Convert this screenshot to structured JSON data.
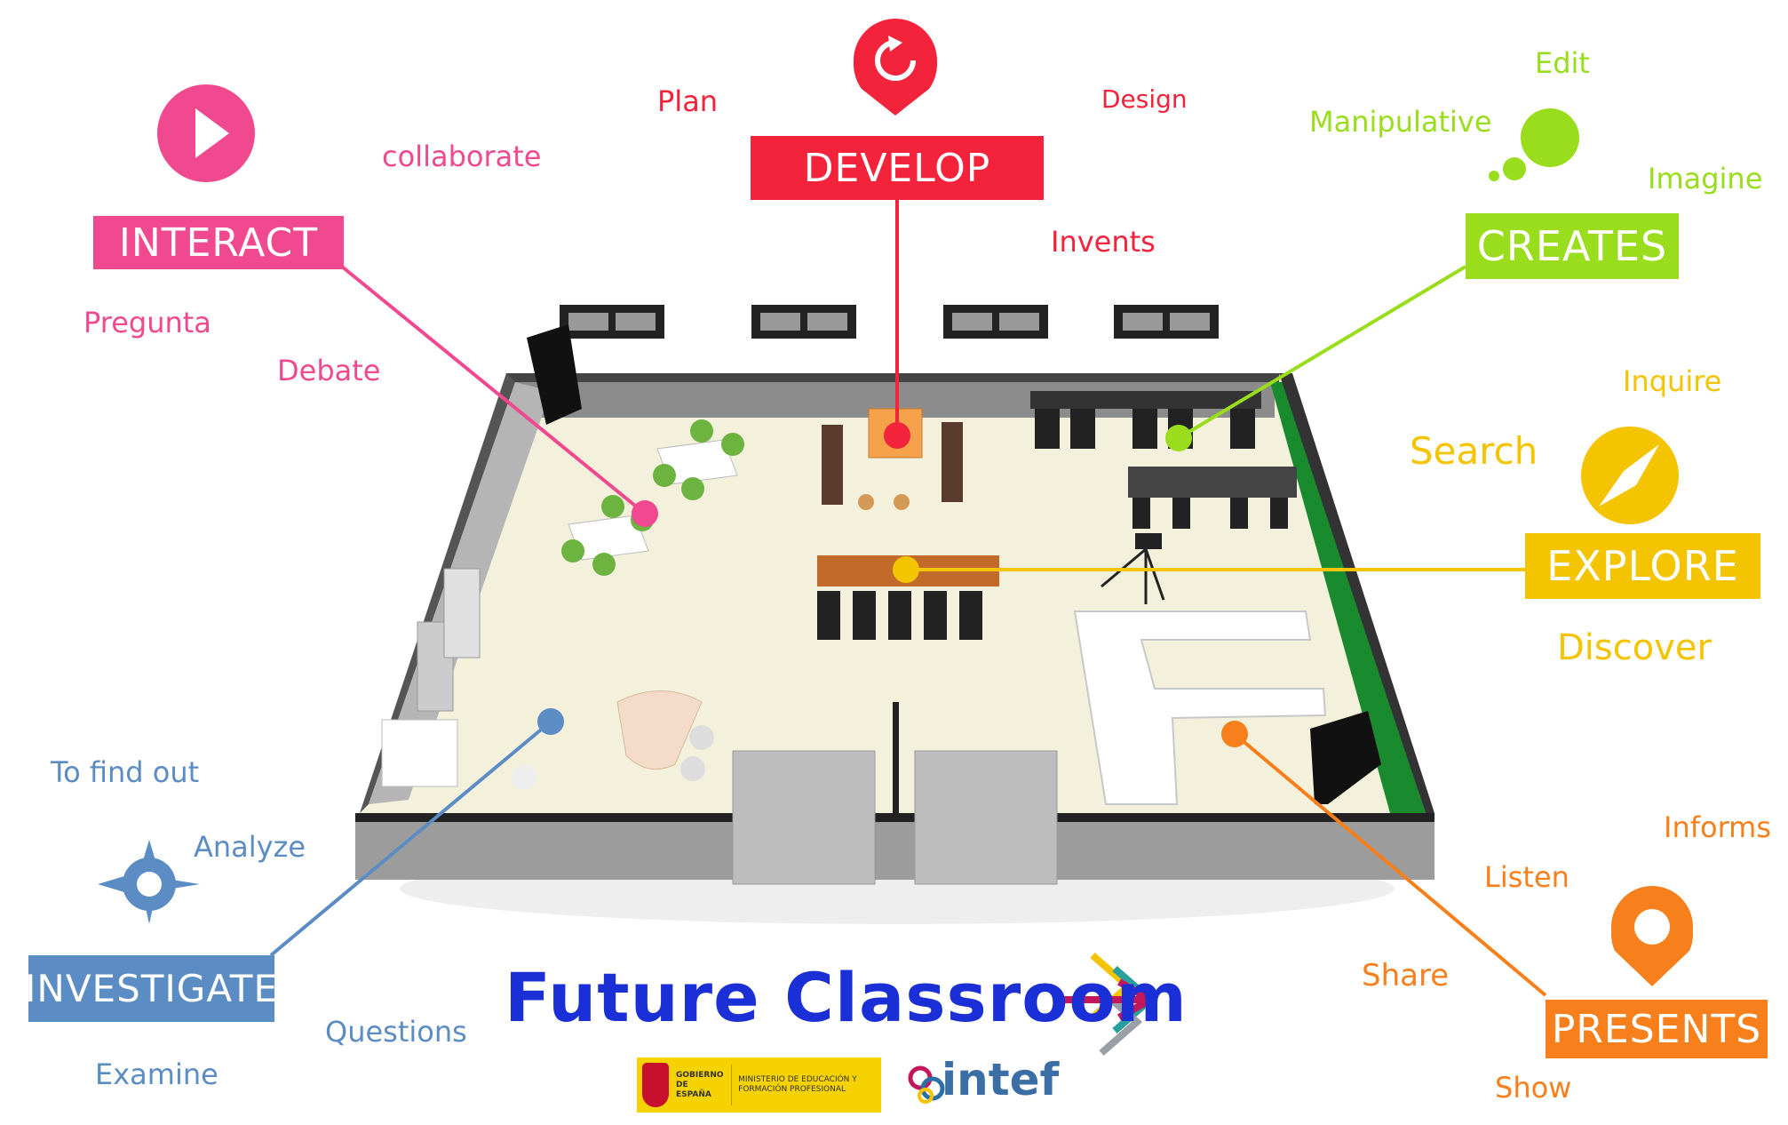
{
  "title": "Future Classroom",
  "zones": {
    "develop": {
      "label": "DEVELOP",
      "color": "#f2233a",
      "words": [
        "Plan",
        "Design",
        "Invents"
      ]
    },
    "interact": {
      "label": "INTERACT",
      "color": "#f0498f",
      "words": [
        "collaborate",
        "Pregunta",
        "Debate"
      ]
    },
    "creates": {
      "label": "CREATES",
      "color": "#99dd1c",
      "words": [
        "Edit",
        "Manipulative",
        "Imagine"
      ]
    },
    "explore": {
      "label": "EXPLORE",
      "color": "#f5c400",
      "words": [
        "Inquire",
        "Search",
        "Discover"
      ]
    },
    "investigate": {
      "label": "INVESTIGATE",
      "color": "#5b8cc4",
      "words": [
        "To find out",
        "Analyze",
        "Questions",
        "Examine"
      ]
    },
    "presents": {
      "label": "PRESENTS",
      "color": "#f77f1c",
      "words": [
        "Informs",
        "Listen",
        "Share",
        "Show"
      ]
    }
  },
  "icons": {
    "develop": "refresh-pin-icon",
    "interact": "play-icon",
    "creates": "thought-bubble-icon",
    "explore": "compass-icon",
    "investigate": "compass-rose-icon",
    "presents": "map-pin-icon"
  },
  "logos": {
    "government": {
      "line1": "GOBIERNO DE ESPAÑA",
      "line2": "MINISTERIO DE EDUCACIÓN Y FORMACIÓN PROFESIONAL"
    },
    "intef": "intef"
  }
}
